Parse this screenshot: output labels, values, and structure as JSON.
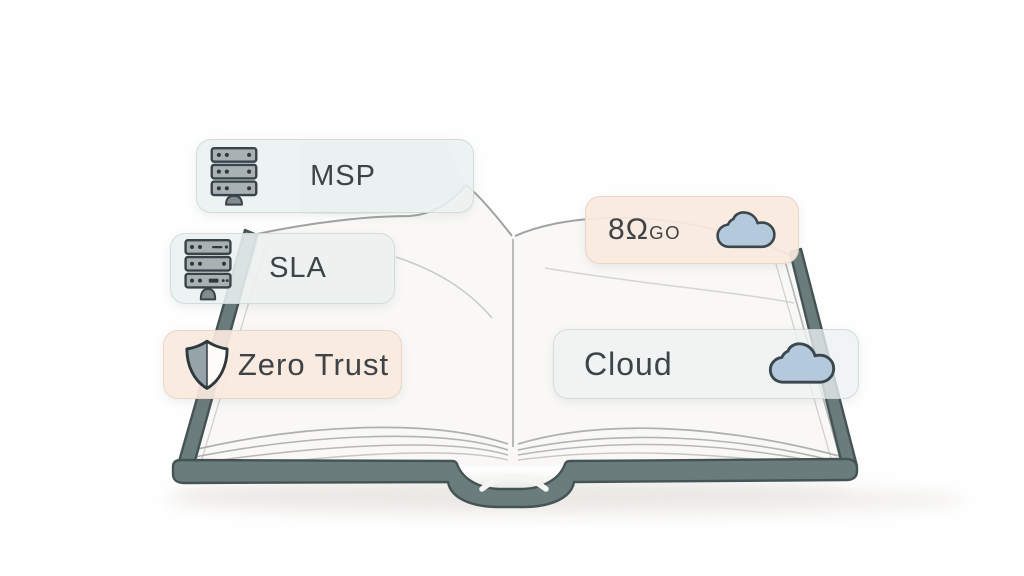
{
  "illustration_title": "Open book glossary illustration",
  "terms": {
    "msp": {
      "label": "MSP",
      "icon": "server-icon"
    },
    "sla": {
      "label": "SLA",
      "icon": "server-icon"
    },
    "zero_trust": {
      "label": "Zero Trust",
      "icon": "shield-icon"
    },
    "cloud_go": {
      "label_main": "8Ω",
      "label_small": "GO",
      "icon": "cloud-icon"
    },
    "cloud": {
      "label": "Cloud",
      "icon": "cloud-icon"
    }
  },
  "colors": {
    "background": "#fefefe",
    "badge_gray_bg": "#ebf0f0",
    "badge_peach_bg": "#f9e9de",
    "badge_text": "#3e4347",
    "book_cover": "#6b7c7d",
    "book_cover_outline": "#455355",
    "page_fill": "#f9f8f6",
    "page_line": "#a6a8a5",
    "cloud_fill": "#b4c9db",
    "icon_outline": "#39444a",
    "server_fill": "#a9b1b3",
    "shield_half_fill": "#96a3a7"
  }
}
